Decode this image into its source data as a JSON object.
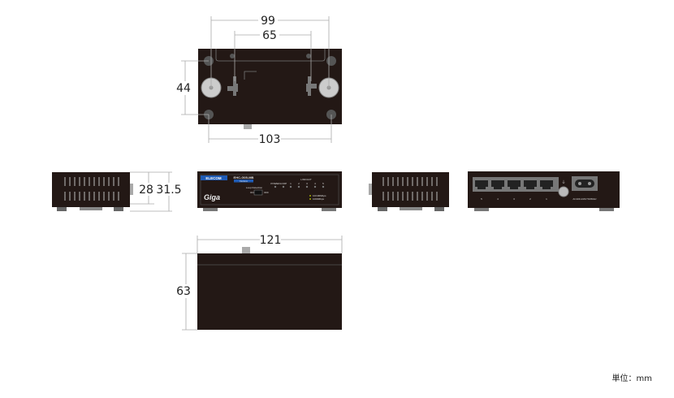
{
  "dimensions": {
    "top_hole_span": "99",
    "top_mount_span": "65",
    "top_depth": "44",
    "top_foot_span": "103",
    "side_height_body": "28",
    "side_height_total": "31.5",
    "bottom_width": "121",
    "bottom_depth": "63"
  },
  "front_panel": {
    "brand": "ELECOM",
    "model": "EHC-G05-MB",
    "sub_label": "Fanless",
    "logo": "Giga",
    "loop_detection_label": "Loop Detection",
    "switch_on": "ON",
    "switch_off": "OFF",
    "led_power": "POWER",
    "led_loop": "LOOP",
    "link_act": "LINK/ACT",
    "ports": [
      "1",
      "2",
      "3",
      "4",
      "5"
    ],
    "speed_legend_1": "10/100Mbps",
    "speed_legend_2": "1000Mbps"
  },
  "back_panel": {
    "ports": [
      "5",
      "4",
      "3",
      "2",
      "1"
    ],
    "power_label": "AC100-240V 50/60Hz"
  },
  "colors": {
    "body": "#231815",
    "label_blue": "#1f5bb5",
    "led_green": "#c8d400"
  },
  "unit_label": "単位：mm"
}
